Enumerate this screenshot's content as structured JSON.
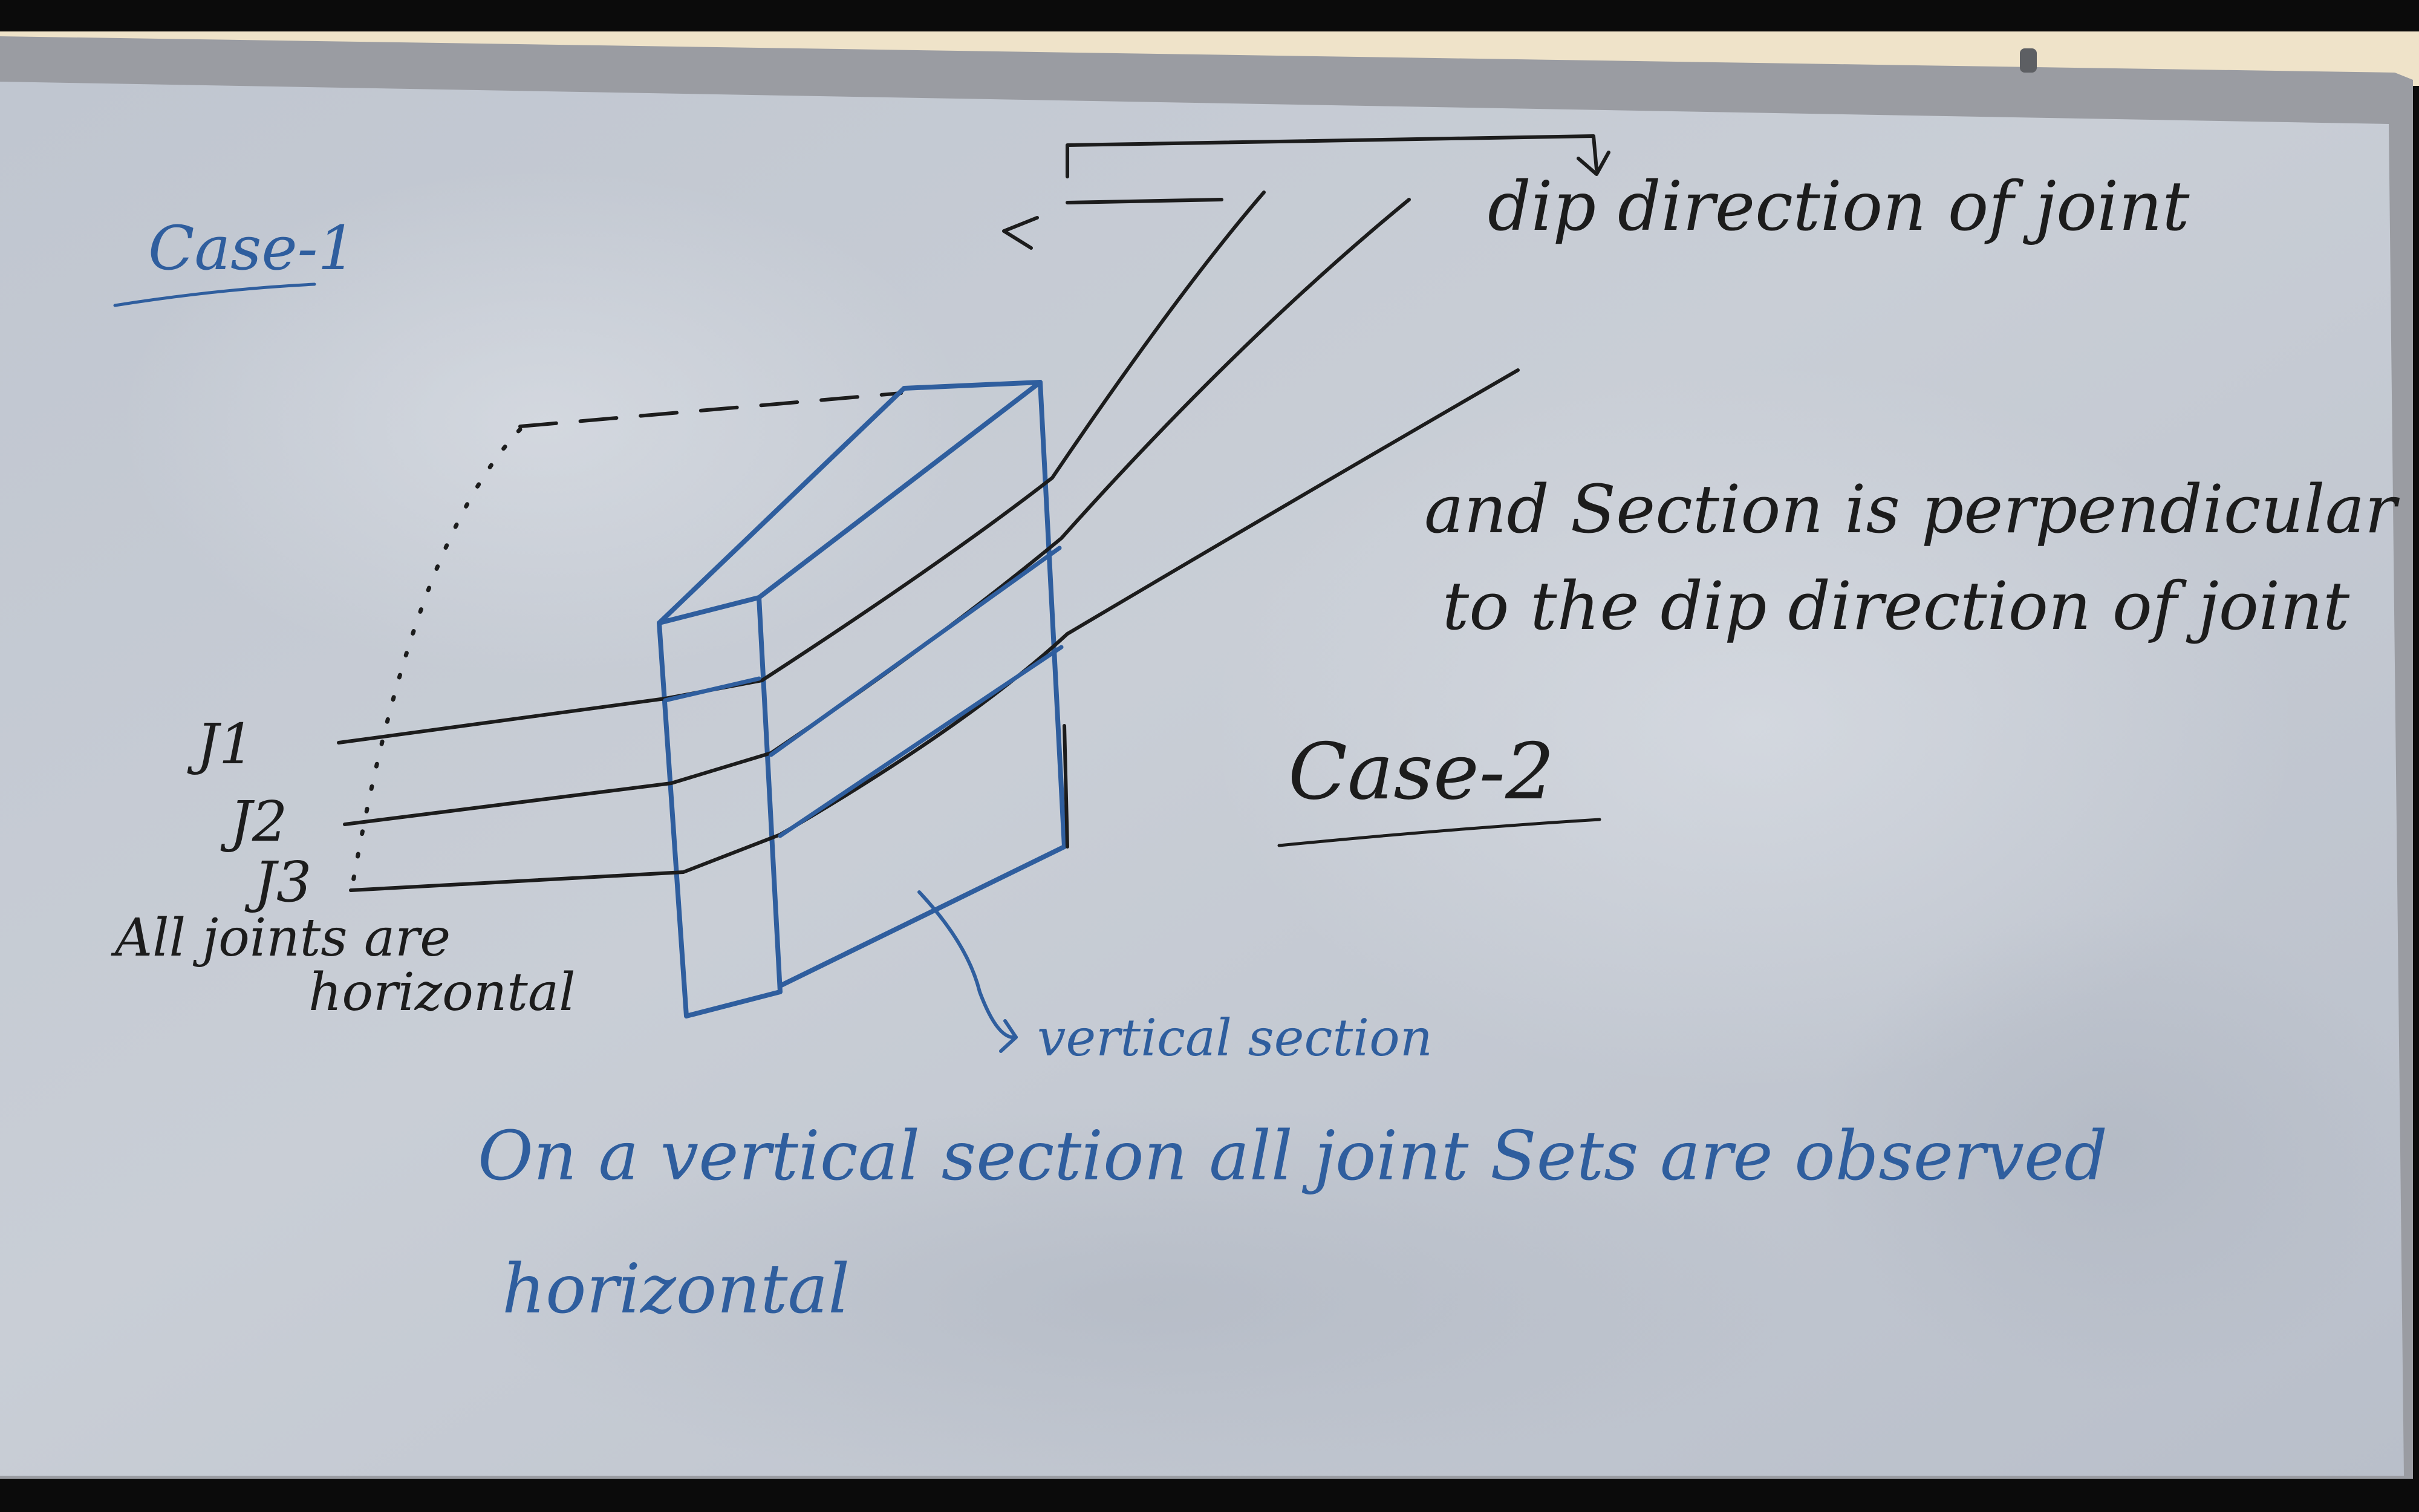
{
  "board": {
    "case1_label": "Case-1",
    "case2_label": "Case-2",
    "dip_direction_label": "dip direction of joint",
    "section_note_line1": "and Section is perpendicular",
    "section_note_line2": "to the dip direction of joint",
    "joints": [
      "J1",
      "J2",
      "J3"
    ],
    "horizontal_note_line1": "All joints are",
    "horizontal_note_line2": "horizontal",
    "vertical_section_label": "vertical section",
    "observation_line1": "On a vertical section all joint Sets are observed",
    "observation_line2": "horizontal"
  },
  "colors": {
    "board": "#c3c9d3",
    "frame": "#9a9ca2",
    "wall": "#efe3c9",
    "black_marker": "#1c1c1c",
    "blue_marker": "#2f5e9e",
    "bottom_bar": "#0b0b0b"
  }
}
